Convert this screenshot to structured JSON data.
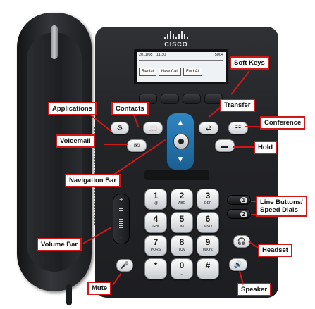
{
  "screen": {
    "status_left": "2011/08",
    "status_time": "11:30",
    "status_right": "5004",
    "softkeys": [
      "Redial",
      "New Call",
      "Fwd All"
    ]
  },
  "logo": {
    "wordmark": "CISCO"
  },
  "keypad": [
    {
      "digit": "1",
      "letters": "!@"
    },
    {
      "digit": "2",
      "letters": "ABC"
    },
    {
      "digit": "3",
      "letters": "DEF"
    },
    {
      "digit": "4",
      "letters": "GHI"
    },
    {
      "digit": "5",
      "letters": "JKL"
    },
    {
      "digit": "6",
      "letters": "MNO"
    },
    {
      "digit": "7",
      "letters": "PQRS"
    },
    {
      "digit": "8",
      "letters": "TUV"
    },
    {
      "digit": "9",
      "letters": "WXYZ"
    },
    {
      "digit": "*",
      "letters": ""
    },
    {
      "digit": "0",
      "letters": "_"
    },
    {
      "digit": "#",
      "letters": ""
    }
  ],
  "line_buttons": [
    "1",
    "2"
  ],
  "volume": {
    "plus": "+",
    "minus": "−"
  },
  "callouts": {
    "soft_keys": "Soft Keys",
    "applications": "Applications",
    "contacts": "Contacts",
    "transfer": "Transfer",
    "conference": "Conference",
    "voicemail": "Voicemail",
    "hold": "Hold",
    "navigation_bar": "Navigation Bar",
    "line_buttons_1": "Line Buttons/",
    "line_buttons_2": "Speed Dials",
    "volume_bar": "Volume Bar",
    "headset": "Headset",
    "mute": "Mute",
    "speaker": "Speaker"
  },
  "colors": {
    "callout_border": "#d01818",
    "nav_blue": "#2e86c2",
    "body": "#232427"
  }
}
